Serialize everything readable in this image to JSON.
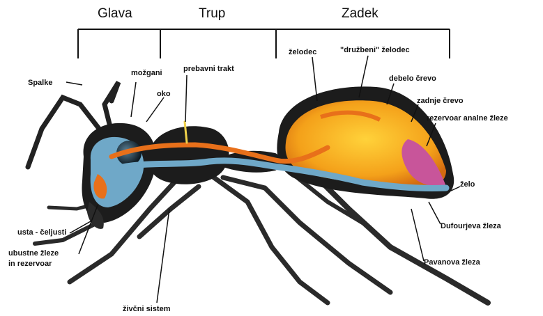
{
  "sections": {
    "head": "Glava",
    "thorax": "Trup",
    "abdomen": "Zadek"
  },
  "labels": {
    "antenna": "Spalke",
    "brain": "možgani",
    "eye": "oko",
    "digestive_tract": "prebavni trakt",
    "mouth": "usta - čeljusti",
    "salivary_gland_line1": "ubustne žleze",
    "salivary_gland_line2": "in rezervoar",
    "nerve_system": "živčni sistem",
    "stomach": "želodec",
    "social_stomach": "\"družbeni\" želodec",
    "large_intestine": "debelo črevo",
    "rectum": "zadnje črevo",
    "anal_gland_reservoir": "rezervoar analne žleze",
    "sting": "želo",
    "dufour_gland": "Dufourjeva žleza",
    "pavan_gland": "Pavanova žleza"
  },
  "colors": {
    "body": "#1c1c1c",
    "digestive": "#e8701a",
    "nerve": "#6fa8c8",
    "stomach": "#f6b21c",
    "sting_gland": "#c8559a"
  }
}
